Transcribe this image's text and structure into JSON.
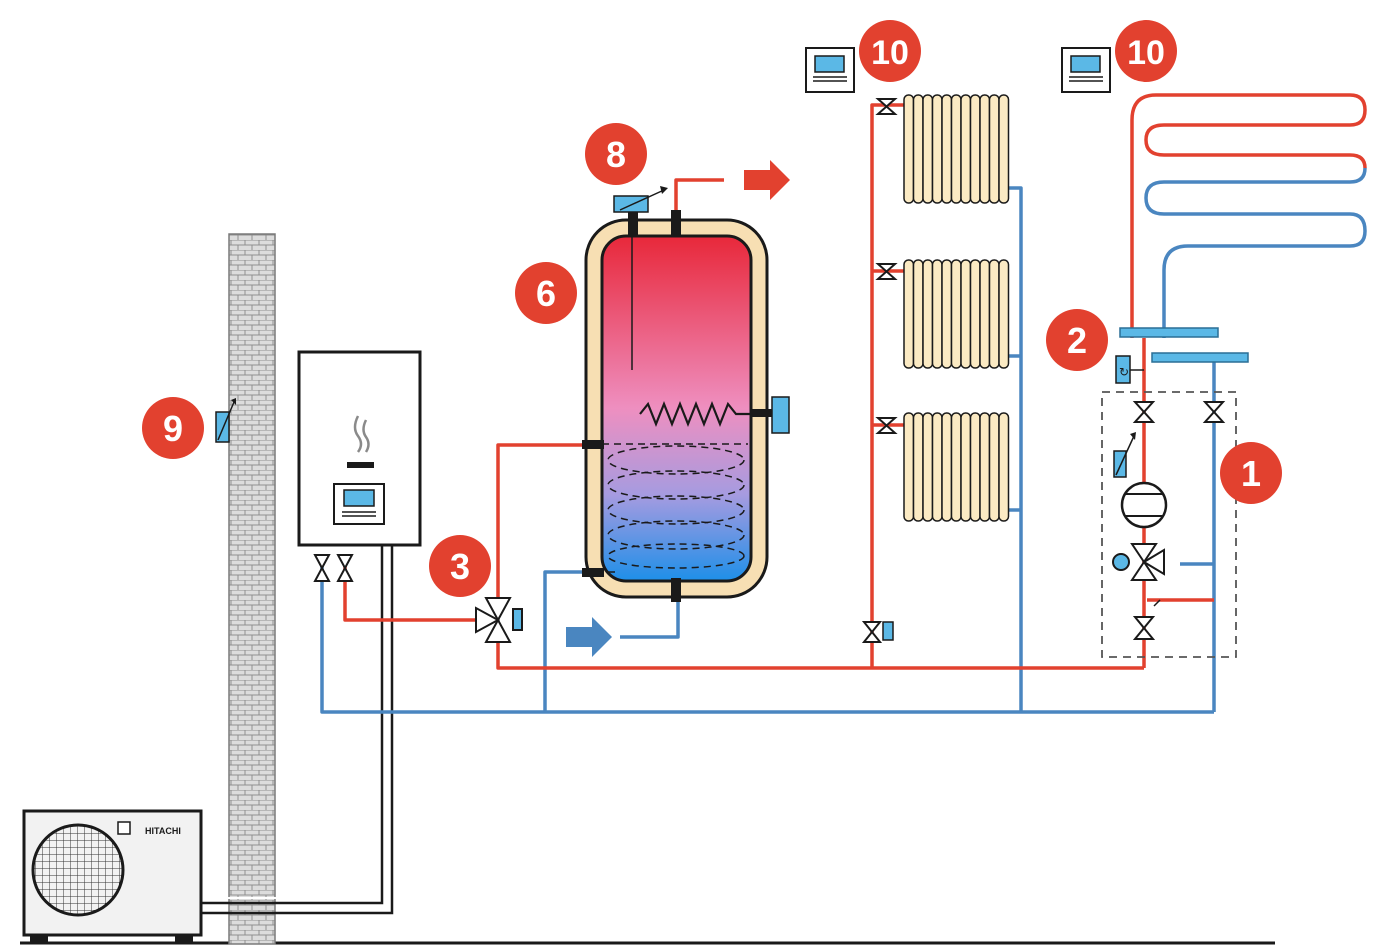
{
  "markers": [
    {
      "id": "1",
      "label": "1"
    },
    {
      "id": "2",
      "label": "2"
    },
    {
      "id": "3",
      "label": "3"
    },
    {
      "id": "6",
      "label": "6"
    },
    {
      "id": "8",
      "label": "8"
    },
    {
      "id": "9",
      "label": "9"
    },
    {
      "id": "10a",
      "label": "10"
    },
    {
      "id": "10b",
      "label": "10"
    }
  ],
  "outdoor_unit": {
    "brand": "HITACHI"
  },
  "colors": {
    "hot": "#e2412f",
    "cold": "#4a86c0",
    "marker": "#e2412f",
    "radiator_fill": "#fbeac3",
    "insulation": "#f7dfb3",
    "sensor": "#5bb8e6",
    "brick": "#c9c9c9"
  },
  "icons": [
    "thermostat-icon",
    "flame-icon",
    "pump-icon",
    "valve-icon",
    "arrow-icon",
    "fan-grille-icon"
  ]
}
